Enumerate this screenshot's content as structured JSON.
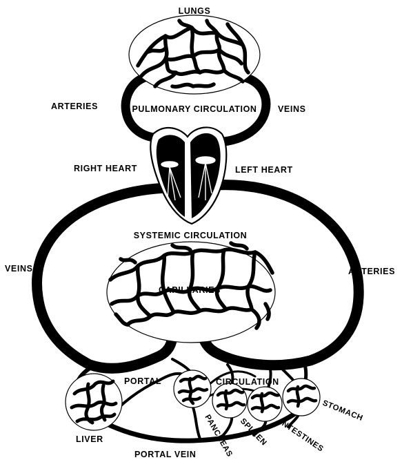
{
  "diagram": {
    "labels": {
      "lungs": "LUNGS",
      "arteries_upper": "ARTERIES",
      "pulmonary_circulation": "PULMONARY CIRCULATION",
      "veins_upper": "VEINS",
      "right_heart": "RIGHT HEART",
      "left_heart": "LEFT HEART",
      "systemic_circulation": "SYSTEMIC CIRCULATION",
      "veins_left": "VEINS",
      "arteries_right": "ARTERIES",
      "capillaries": "CAPILLARIES",
      "portal": "PORTAL",
      "circulation": "CIRCULATION",
      "liver": "LIVER",
      "portal_vein": "PORTAL VEIN",
      "pancreas": "PANCREAS",
      "spleen": "SPLEEN",
      "intestines": "INTESTINES",
      "stomach": "STOMACH"
    }
  }
}
